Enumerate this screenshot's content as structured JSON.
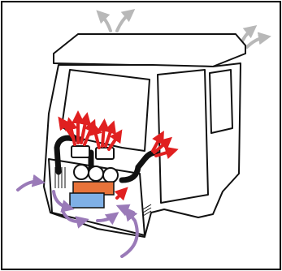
{
  "diagram": {
    "subject": "cab",
    "colors": {
      "frame": "#000000",
      "cab_outline": "#111111",
      "cab_fill": "#ffffff",
      "warm_air": "#e02020",
      "fresh_air": "#9a7ab8",
      "exhaust_air": "#b8b8b8",
      "duct": "#111111",
      "heater_core": "#e8733a",
      "evaporator": "#7fb0e6"
    },
    "elements": {
      "cab_body": "cab-outline",
      "roof": "cab-roof",
      "front_windshield": "windshield",
      "side_windows": "side-windows",
      "door": "door",
      "climate_unit": "hvac-unit",
      "heater_core": "heater-core",
      "evaporator": "evaporator",
      "air_ducts": "air-ducts",
      "vent_outlets": "vent-outlets",
      "warm_air_flow": "warm-air-arrows",
      "fresh_air_intake": "fresh-air-arrows",
      "exhaust_air": "exhaust-arrows"
    }
  }
}
